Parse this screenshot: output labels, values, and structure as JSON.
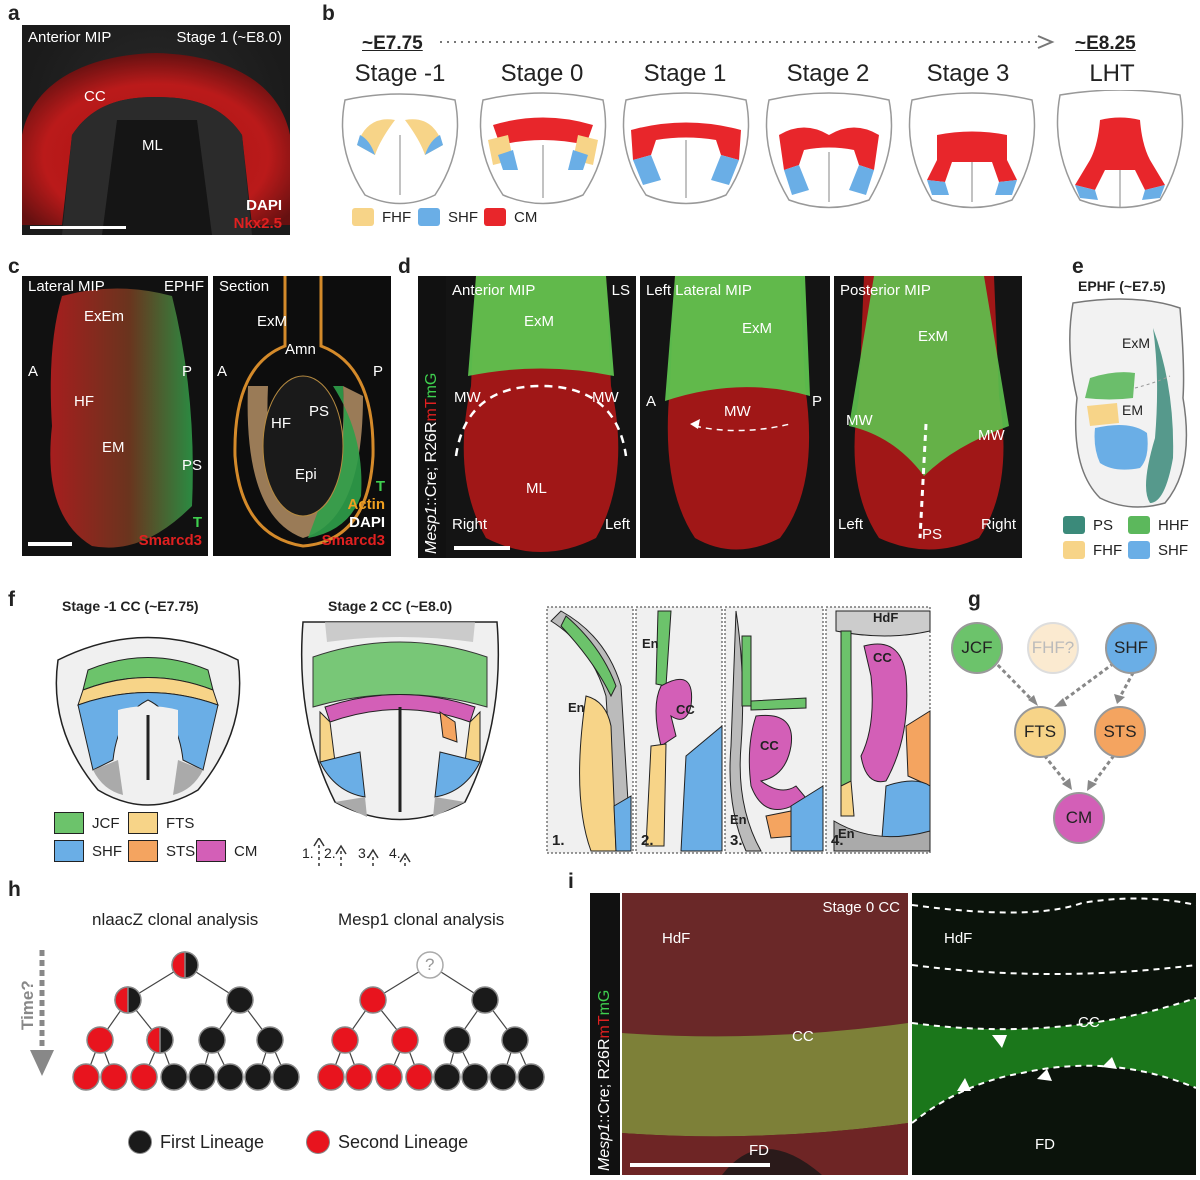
{
  "panels": {
    "a": {
      "label": "a",
      "view": "Anterior MIP",
      "stage": "Stage 1 (~E8.0)",
      "cc": "CC",
      "ml": "ML",
      "dapi": "DAPI",
      "nkx": "Nkx2.5"
    },
    "b": {
      "label": "b",
      "start_age": "~E7.75",
      "end_age": "~E8.25",
      "stages": [
        "Stage -1",
        "Stage 0",
        "Stage 1",
        "Stage 2",
        "Stage 3",
        "LHT"
      ],
      "legend": [
        {
          "label": "FHF",
          "color": "#f7d488"
        },
        {
          "label": "SHF",
          "color": "#6aaee6"
        },
        {
          "label": "CM",
          "color": "#e8262b"
        }
      ]
    },
    "c": {
      "label": "c",
      "left_view": "Lateral MIP",
      "left_stage": "EPHF",
      "left_labels": {
        "exem": "ExEm",
        "a": "A",
        "p": "P",
        "hf": "HF",
        "em": "EM",
        "ps": "PS",
        "t": "T",
        "smarcd3": "Smarcd3"
      },
      "right_view": "Section",
      "right_labels": {
        "exm": "ExM",
        "a": "A",
        "p": "P",
        "amn": "Amn",
        "hf": "HF",
        "ps": "PS",
        "epi": "Epi",
        "t": "T",
        "actin": "Actin",
        "dapi": "DAPI",
        "smarcd3": "Smarcd3"
      }
    },
    "d": {
      "label": "d",
      "side_label_1": "Mesp1",
      "side_label_2": "::Cre; R26R",
      "side_label_3": "mT",
      "side_label_4": "mG",
      "p1": {
        "view": "Anterior MIP",
        "ls": "LS",
        "exm": "ExM",
        "mw1": "MW",
        "mw2": "MW",
        "ml": "ML",
        "right": "Right",
        "left": "Left"
      },
      "p2": {
        "view": "Left Lateral MIP",
        "exm": "ExM",
        "a": "A",
        "p": "P",
        "mw": "MW"
      },
      "p3": {
        "view": "Posterior MIP",
        "exm": "ExM",
        "mw1": "MW",
        "mw2": "MW",
        "left": "Left",
        "right": "Right",
        "ps": "PS"
      }
    },
    "e": {
      "label": "e",
      "title": "EPHF (~E7.5)",
      "exm": "ExM",
      "em": "EM",
      "legend": [
        {
          "label": "PS",
          "color": "#3b8a7a"
        },
        {
          "label": "HHF",
          "color": "#5cb85c"
        },
        {
          "label": "FHF",
          "color": "#f7d488"
        },
        {
          "label": "SHF",
          "color": "#6aaee6"
        }
      ]
    },
    "f": {
      "label": "f",
      "left_title": "Stage -1 CC (~E7.75)",
      "mid_title": "Stage 2 CC (~E8.0)",
      "legend": [
        {
          "label": "JCF",
          "color": "#6cc36b"
        },
        {
          "label": "FTS",
          "color": "#f7d488"
        },
        {
          "label": "SHF",
          "color": "#6aaee6"
        },
        {
          "label": "STS",
          "color": "#f4a460"
        },
        {
          "label": "CM",
          "color": "#d35fb7"
        }
      ],
      "arrows": [
        "1.",
        "2.",
        "3.",
        "4."
      ],
      "sections": [
        {
          "num": "1.",
          "labels": [
            "En"
          ]
        },
        {
          "num": "2.",
          "labels": [
            "En",
            "CC"
          ]
        },
        {
          "num": "3.",
          "labels": [
            "CC",
            "En"
          ]
        },
        {
          "num": "4.",
          "labels": [
            "HdF",
            "CC",
            "En"
          ]
        }
      ]
    },
    "g": {
      "label": "g",
      "nodes": [
        {
          "id": "jcf",
          "label": "JCF",
          "color": "#6cc36b"
        },
        {
          "id": "fhf",
          "label": "FHF?",
          "color": "#fbead0"
        },
        {
          "id": "shf",
          "label": "SHF",
          "color": "#6aaee6"
        },
        {
          "id": "fts",
          "label": "FTS",
          "color": "#f7d488"
        },
        {
          "id": "sts",
          "label": "STS",
          "color": "#f4a460"
        },
        {
          "id": "cm",
          "label": "CM",
          "color": "#d35fb7"
        }
      ]
    },
    "h": {
      "label": "h",
      "time": "Time?",
      "left_title": "nlaacZ clonal analysis",
      "right_title": "Mesp1 clonal analysis",
      "unknown": "?",
      "legend": [
        {
          "label": "First Lineage",
          "color": "#1a1a1a"
        },
        {
          "label": "Second Lineage",
          "color": "#e8141e"
        }
      ]
    },
    "i": {
      "label": "i",
      "side_label_1": "Mesp1",
      "side_label_2": "::Cre; R26R",
      "side_label_3": "mT",
      "side_label_4": "mG",
      "left": {
        "stage": "Stage 0 CC",
        "hdf": "HdF",
        "cc": "CC",
        "fd": "FD"
      },
      "right": {
        "hdf": "HdF",
        "cc": "CC",
        "fd": "FD"
      }
    }
  }
}
